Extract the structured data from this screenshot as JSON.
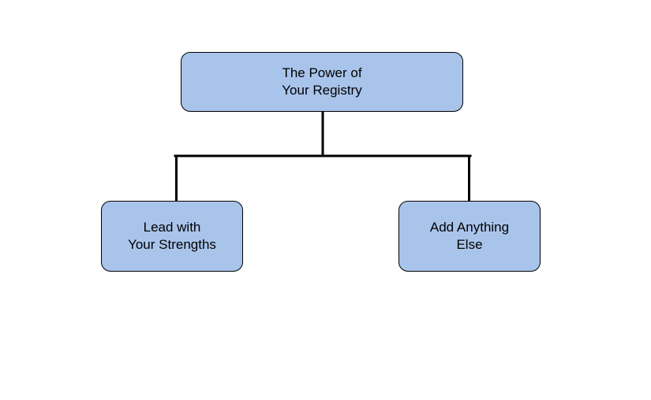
{
  "diagram": {
    "root": {
      "lines": [
        "The Power of",
        "Your Registry"
      ]
    },
    "children": [
      {
        "lines": [
          "Lead with",
          "Your Strengths"
        ]
      },
      {
        "lines": [
          "Add Anything",
          "Else"
        ]
      }
    ]
  },
  "colors": {
    "node_fill": "#a9c4eb",
    "node_stroke": "#000000",
    "connector": "#000000",
    "background": "#ffffff"
  }
}
